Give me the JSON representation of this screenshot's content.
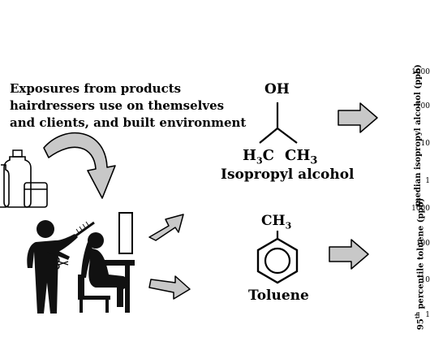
{
  "caption": {
    "line1": "Exposures from products",
    "line2": "hairdressers use on themselves",
    "line3": "and clients, and built environment"
  },
  "compounds": [
    {
      "name": "Isopropyl alcohol",
      "top_group": "OH",
      "left_group": "H3C",
      "right_group": "CH3",
      "axis_label": "median isopropyl alcohol (ppb)",
      "ticks": [
        "1000",
        "100",
        "10",
        "1"
      ]
    },
    {
      "name": "Toluene",
      "top_group": "CH3",
      "axis_label_main": "percentile toluene (ppb)",
      "axis_label_prefix": "95",
      "axis_label_sup": "th",
      "ticks": [
        "1000",
        "100",
        "10",
        "1"
      ]
    }
  ],
  "colors": {
    "arrow_fill": "#c8c8c8",
    "silhouette": "#111111",
    "outline": "#000000"
  },
  "icons": [
    "product-bottles-icon",
    "curved-arrow-icon",
    "hairdresser-scene-icon",
    "block-arrow-icon",
    "benzene-ring-icon",
    "mirror-icon",
    "scissors-icon",
    "comb-icon"
  ]
}
